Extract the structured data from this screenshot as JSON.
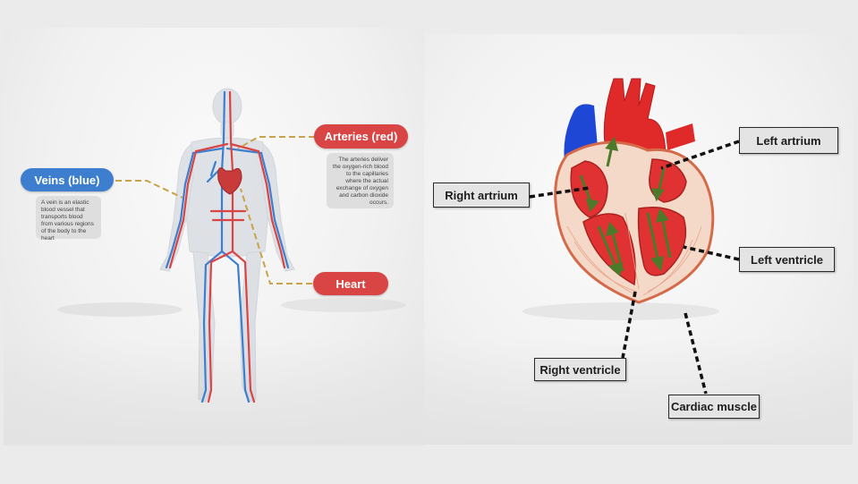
{
  "body_diagram": {
    "veins_label": "Veins (blue)",
    "veins_desc": "A vein is an elastic blood vessel that transports blood from various regions of the body to the heart",
    "arteries_label": "Arteries (red)",
    "arteries_desc": "The arteries deliver the oxygen-rich blood to the capillaries where the actual exchange of oxygen and carbon dioxide occurs.",
    "heart_label": "Heart"
  },
  "heart_diagram": {
    "labels": {
      "right_atrium": "Right artrium",
      "left_atrium": "Left artrium",
      "left_ventricle": "Left ventricle",
      "right_ventricle": "Right ventricle",
      "cardiac_muscle": "Cardiac muscle"
    }
  },
  "colors": {
    "vein_blue": "#3d7fce",
    "artery_red": "#d94545",
    "flow_arrow_green": "#4a7a2a"
  }
}
